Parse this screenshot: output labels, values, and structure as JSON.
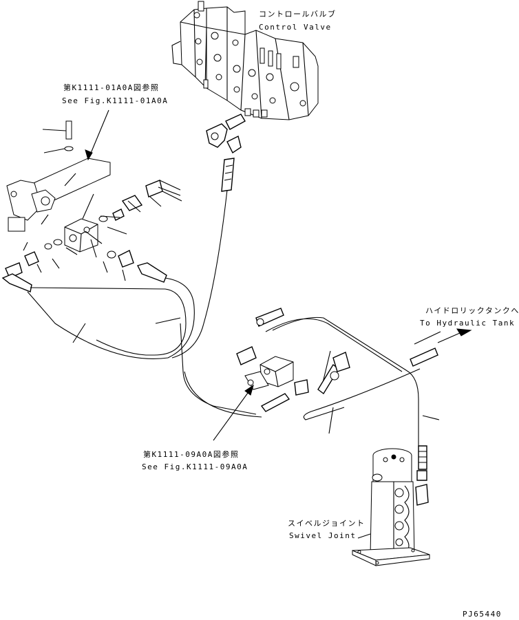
{
  "labels": {
    "control_valve_jp": "コントロールバルブ",
    "control_valve_en": "Control Valve",
    "ref_top_jp": "第K1111-01A0A図参照",
    "ref_top_en": "See Fig.K1111-01A0A",
    "hyd_tank_jp": "ハイドロリックタンクへ",
    "hyd_tank_en": "To Hydraulic Tank",
    "ref_mid_jp": "第K1111-09A0A図参照",
    "ref_mid_en": "See Fig.K1111-09A0A",
    "swivel_jp": "スイベルジョイント",
    "swivel_en": "Swivel Joint",
    "drawing_no": "PJ65440"
  }
}
